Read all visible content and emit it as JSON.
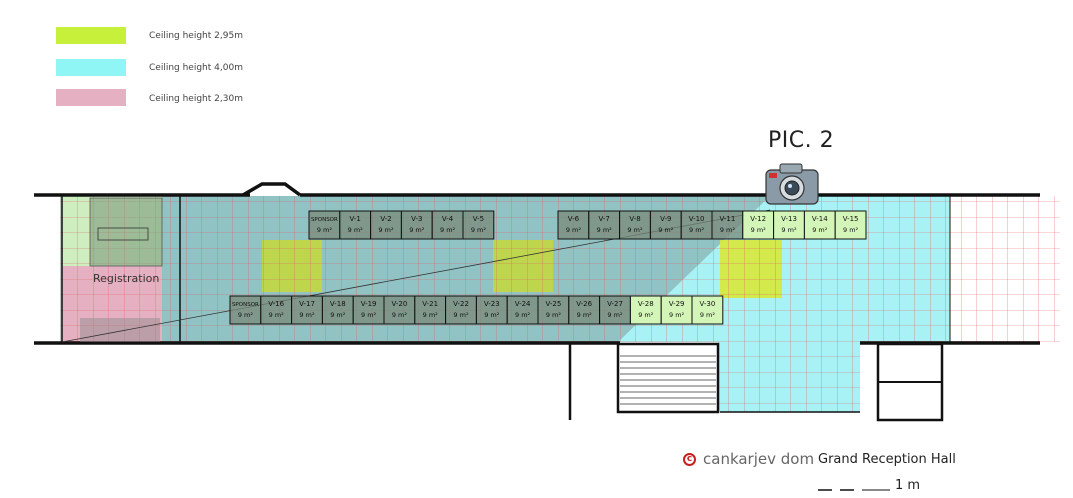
{
  "legend": [
    {
      "label": "Ceiling height 2,95m",
      "color": "#c6f03a"
    },
    {
      "label": "Ceiling height 4,00m",
      "color": "#8ff5f5"
    },
    {
      "label": "Ceiling height 2,30m",
      "color": "#e5b0c2"
    }
  ],
  "pic_label": "PIC. 2",
  "brand": {
    "logo": "c",
    "name": "cankarjev dom",
    "hall": "Grand Reception Hall"
  },
  "scale_label": "1 m",
  "registration_label": "Registration",
  "top_row": {
    "sponsor": {
      "label": "SPONSOR",
      "size": "9 m²"
    },
    "booths": [
      {
        "label": "V-1",
        "size": "9 m²"
      },
      {
        "label": "V-2",
        "size": "9 m²"
      },
      {
        "label": "V-3",
        "size": "9 m²"
      },
      {
        "label": "V-4",
        "size": "9 m²"
      },
      {
        "label": "V-5",
        "size": "9 m²"
      }
    ]
  },
  "top_row_right": [
    {
      "label": "V-6",
      "size": "9 m²"
    },
    {
      "label": "V-7",
      "size": "9 m²"
    },
    {
      "label": "V-8",
      "size": "9 m²"
    },
    {
      "label": "V-9",
      "size": "9 m²"
    },
    {
      "label": "V-10",
      "size": "9 m²"
    },
    {
      "label": "V-11",
      "size": "9 m²"
    },
    {
      "label": "V-12",
      "size": "9 m²"
    },
    {
      "label": "V-13",
      "size": "9 m²"
    },
    {
      "label": "V-14",
      "size": "9 m²"
    },
    {
      "label": "V-15",
      "size": "9 m²"
    }
  ],
  "bottom_row": {
    "sponsor": {
      "label": "SPONSOR",
      "size": "9 m²"
    },
    "booths": [
      {
        "label": "V-16",
        "size": "9 m²"
      },
      {
        "label": "V-17",
        "size": "9 m²"
      },
      {
        "label": "V-18",
        "size": "9 m²"
      },
      {
        "label": "V-19",
        "size": "9 m²"
      },
      {
        "label": "V-20",
        "size": "9 m²"
      },
      {
        "label": "V-21",
        "size": "9 m²"
      },
      {
        "label": "V-22",
        "size": "9 m²"
      },
      {
        "label": "V-23",
        "size": "9 m²"
      },
      {
        "label": "V-24",
        "size": "9 m²"
      },
      {
        "label": "V-25",
        "size": "9 m²"
      },
      {
        "label": "V-26",
        "size": "9 m²"
      },
      {
        "label": "V-27",
        "size": "9 m²"
      },
      {
        "label": "V-28",
        "size": "9 m²"
      },
      {
        "label": "V-29",
        "size": "9 m²"
      },
      {
        "label": "V-30",
        "size": "9 m²"
      }
    ]
  }
}
